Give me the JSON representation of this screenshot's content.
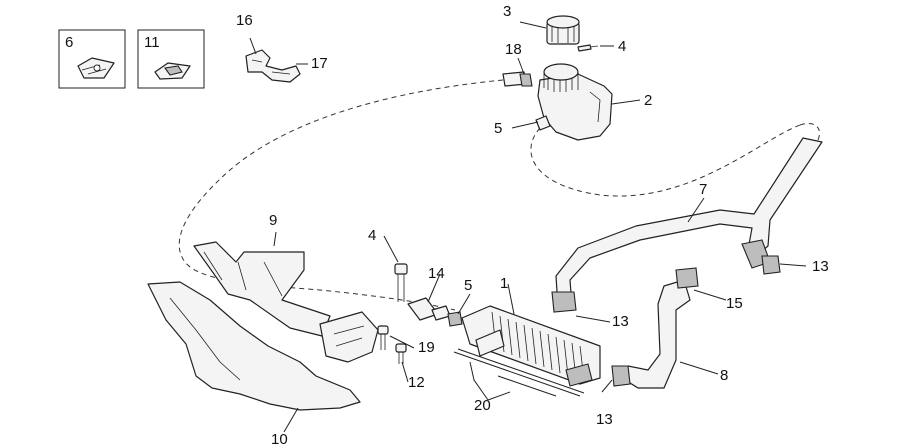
{
  "callouts": [
    {
      "key": "c1",
      "text": "1"
    },
    {
      "key": "c2",
      "text": "2"
    },
    {
      "key": "c3",
      "text": "3"
    },
    {
      "key": "c4a",
      "text": "4"
    },
    {
      "key": "c4b",
      "text": "4"
    },
    {
      "key": "c5a",
      "text": "5"
    },
    {
      "key": "c5b",
      "text": "5"
    },
    {
      "key": "c6",
      "text": "6"
    },
    {
      "key": "c7",
      "text": "7"
    },
    {
      "key": "c8",
      "text": "8"
    },
    {
      "key": "c9",
      "text": "9"
    },
    {
      "key": "c10",
      "text": "10"
    },
    {
      "key": "c11",
      "text": "11"
    },
    {
      "key": "c12",
      "text": "12"
    },
    {
      "key": "c13a",
      "text": "13"
    },
    {
      "key": "c13b",
      "text": "13"
    },
    {
      "key": "c13c",
      "text": "13"
    },
    {
      "key": "c14",
      "text": "14"
    },
    {
      "key": "c15",
      "text": "15"
    },
    {
      "key": "c16",
      "text": "16"
    },
    {
      "key": "c17",
      "text": "17"
    },
    {
      "key": "c18",
      "text": "18"
    },
    {
      "key": "c19",
      "text": "19"
    },
    {
      "key": "c20",
      "text": "20"
    }
  ]
}
